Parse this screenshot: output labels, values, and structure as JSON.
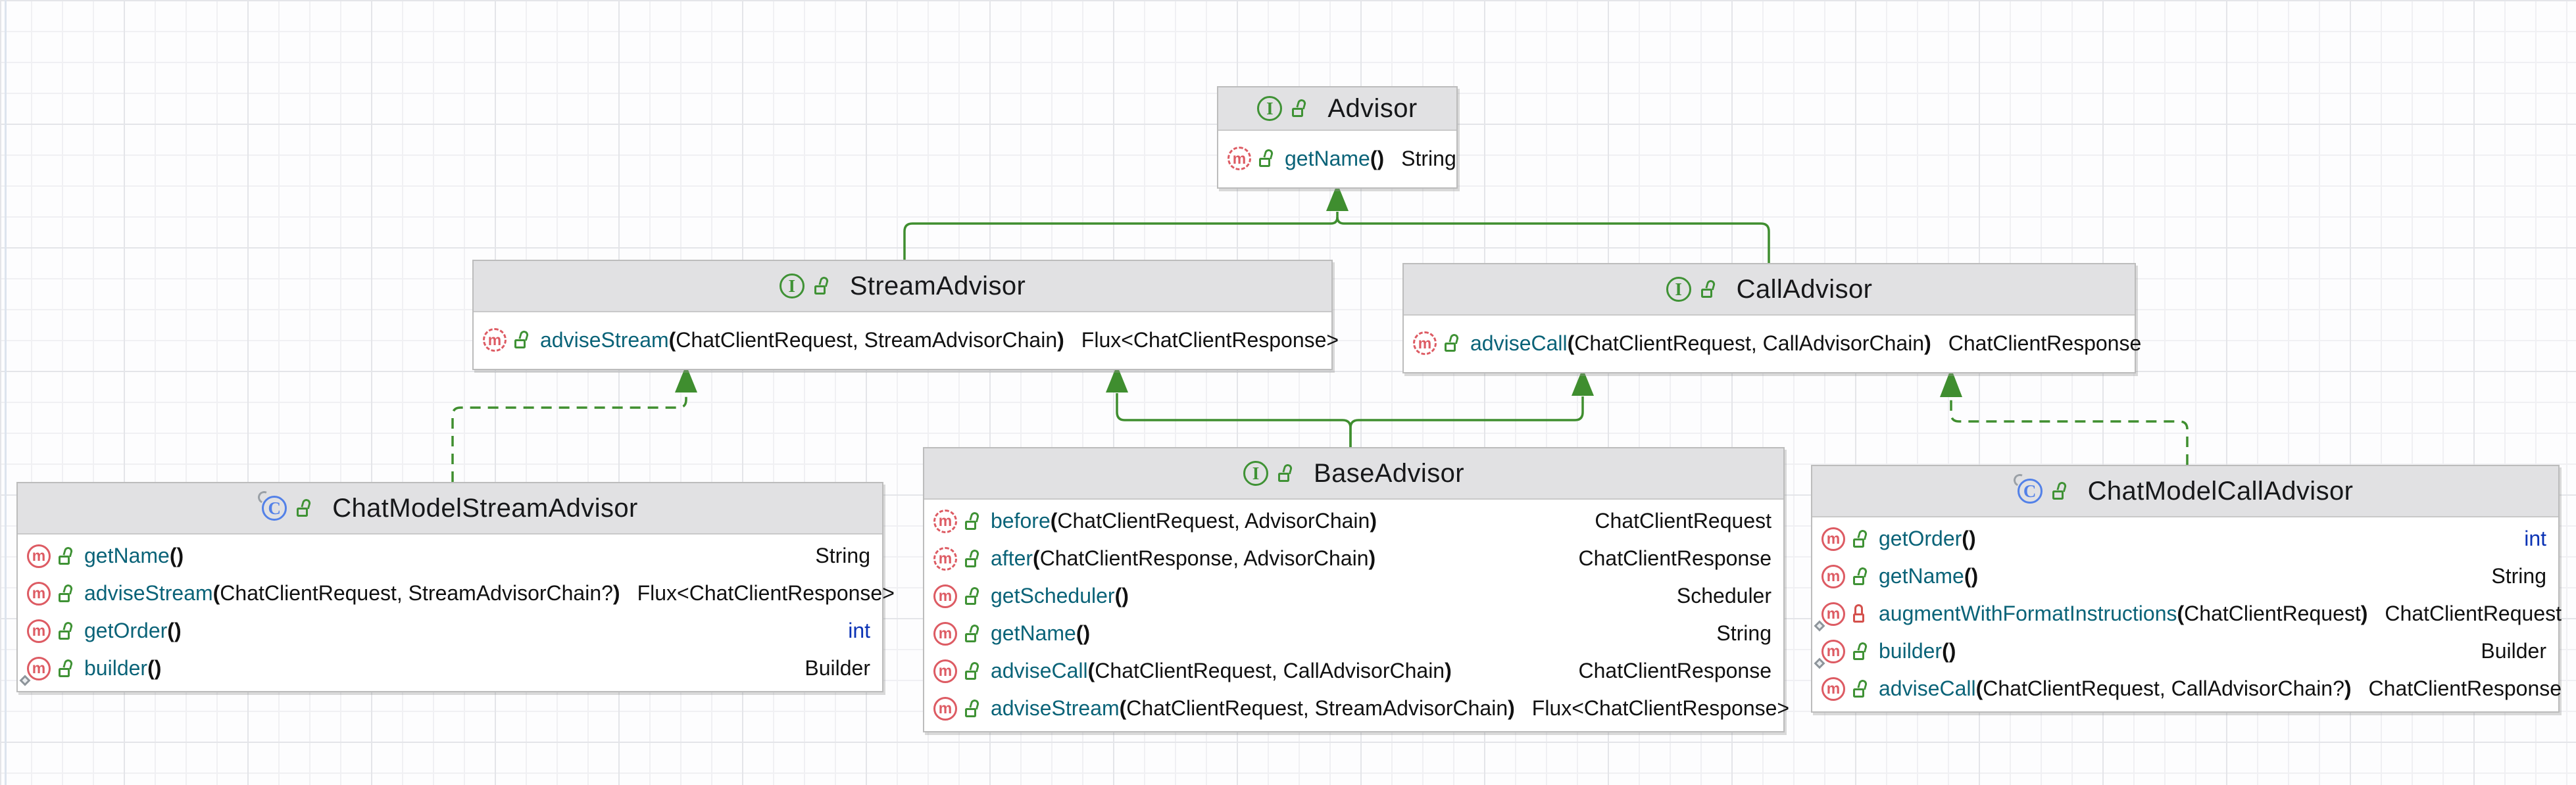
{
  "diagram": {
    "icons": {
      "interface_letter": "I",
      "class_letter": "C",
      "method_letter": "m"
    },
    "syntax": {
      "open_paren": "(",
      "close_paren": ")"
    },
    "colors": {
      "edge_green": "#3f8e2f",
      "interface_icon_green": "#3f9235",
      "class_icon_blue": "#5381e8",
      "method_icon_red": "#dd5b63",
      "method_name_teal": "#0a6378",
      "keyword_blue": "#0b33b5",
      "private_lock_red": "#d4504c",
      "header_gray": "#e1e1e3"
    },
    "classes": [
      {
        "name": "Advisor",
        "kind": "interface",
        "methods": [
          {
            "name": "getName",
            "params": "",
            "returns": "String",
            "abstract": true,
            "static": false,
            "visibility": "public",
            "return_keyword": false
          }
        ]
      },
      {
        "name": "StreamAdvisor",
        "kind": "interface",
        "methods": [
          {
            "name": "adviseStream",
            "params": "ChatClientRequest, StreamAdvisorChain",
            "returns": "Flux<ChatClientResponse>",
            "abstract": true,
            "static": false,
            "visibility": "public",
            "return_keyword": false
          }
        ]
      },
      {
        "name": "CallAdvisor",
        "kind": "interface",
        "methods": [
          {
            "name": "adviseCall",
            "params": "ChatClientRequest, CallAdvisorChain",
            "returns": "ChatClientResponse",
            "abstract": true,
            "static": false,
            "visibility": "public",
            "return_keyword": false
          }
        ]
      },
      {
        "name": "BaseAdvisor",
        "kind": "interface",
        "methods": [
          {
            "name": "before",
            "params": "ChatClientRequest, AdvisorChain",
            "returns": "ChatClientRequest",
            "abstract": true,
            "static": false,
            "visibility": "public",
            "return_keyword": false
          },
          {
            "name": "after",
            "params": "ChatClientResponse, AdvisorChain",
            "returns": "ChatClientResponse",
            "abstract": true,
            "static": false,
            "visibility": "public",
            "return_keyword": false
          },
          {
            "name": "getScheduler",
            "params": "",
            "returns": "Scheduler",
            "abstract": false,
            "static": false,
            "visibility": "public",
            "return_keyword": false
          },
          {
            "name": "getName",
            "params": "",
            "returns": "String",
            "abstract": false,
            "static": false,
            "visibility": "public",
            "return_keyword": false
          },
          {
            "name": "adviseCall",
            "params": "ChatClientRequest, CallAdvisorChain",
            "returns": "ChatClientResponse",
            "abstract": false,
            "static": false,
            "visibility": "public",
            "return_keyword": false
          },
          {
            "name": "adviseStream",
            "params": "ChatClientRequest, StreamAdvisorChain",
            "returns": "Flux<ChatClientResponse>",
            "abstract": false,
            "static": false,
            "visibility": "public",
            "return_keyword": false
          }
        ]
      },
      {
        "name": "ChatModelStreamAdvisor",
        "kind": "class",
        "methods": [
          {
            "name": "getName",
            "params": "",
            "returns": "String",
            "abstract": false,
            "static": false,
            "visibility": "public",
            "return_keyword": false
          },
          {
            "name": "adviseStream",
            "params": "ChatClientRequest, StreamAdvisorChain?",
            "returns": "Flux<ChatClientResponse>",
            "abstract": false,
            "static": false,
            "visibility": "public",
            "return_keyword": false
          },
          {
            "name": "getOrder",
            "params": "",
            "returns": "int",
            "abstract": false,
            "static": false,
            "visibility": "public",
            "return_keyword": true
          },
          {
            "name": "builder",
            "params": "",
            "returns": "Builder",
            "abstract": false,
            "static": true,
            "visibility": "public",
            "return_keyword": false
          }
        ]
      },
      {
        "name": "ChatModelCallAdvisor",
        "kind": "class",
        "methods": [
          {
            "name": "getOrder",
            "params": "",
            "returns": "int",
            "abstract": false,
            "static": false,
            "visibility": "public",
            "return_keyword": true
          },
          {
            "name": "getName",
            "params": "",
            "returns": "String",
            "abstract": false,
            "static": false,
            "visibility": "public",
            "return_keyword": false
          },
          {
            "name": "augmentWithFormatInstructions",
            "params": "ChatClientRequest",
            "returns": "ChatClientRequest",
            "abstract": false,
            "static": true,
            "visibility": "private",
            "return_keyword": false
          },
          {
            "name": "builder",
            "params": "",
            "returns": "Builder",
            "abstract": false,
            "static": true,
            "visibility": "public",
            "return_keyword": false
          },
          {
            "name": "adviseCall",
            "params": "ChatClientRequest, CallAdvisorChain?",
            "returns": "ChatClientResponse",
            "abstract": false,
            "static": false,
            "visibility": "public",
            "return_keyword": false
          }
        ]
      }
    ],
    "relationships": [
      {
        "from": "StreamAdvisor",
        "to": "Advisor",
        "type": "extends",
        "line": "solid"
      },
      {
        "from": "CallAdvisor",
        "to": "Advisor",
        "type": "extends",
        "line": "solid"
      },
      {
        "from": "BaseAdvisor",
        "to": "StreamAdvisor",
        "type": "extends",
        "line": "solid"
      },
      {
        "from": "BaseAdvisor",
        "to": "CallAdvisor",
        "type": "extends",
        "line": "solid"
      },
      {
        "from": "ChatModelStreamAdvisor",
        "to": "StreamAdvisor",
        "type": "implements",
        "line": "dashed"
      },
      {
        "from": "ChatModelCallAdvisor",
        "to": "CallAdvisor",
        "type": "implements",
        "line": "dashed"
      }
    ]
  }
}
